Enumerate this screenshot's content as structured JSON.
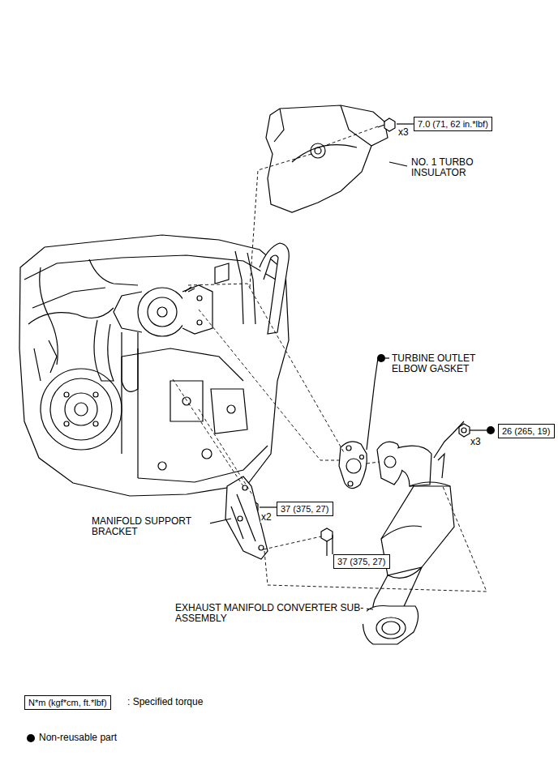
{
  "diagram": {
    "nodes": [
      {
        "text": [
          "7.0 (71, 62 in.*lbf)"
        ]
      },
      {
        "text": [
          "26 (265, 19)"
        ]
      },
      {
        "text": [
          "37 (375, 27)"
        ]
      },
      {
        "text": [
          "37 (375, 27)"
        ]
      },
      {
        "text": [
          "N*m (kgf*cm, ft.*lbf)"
        ]
      }
    ],
    "labels": [
      "x3",
      "NO. 1 TURBO INSULATOR",
      "TURBINE OUTLET ELBOW GASKET",
      "x3",
      "x2",
      "MANIFOLD SUPPORT BRACKET",
      "EXHAUST MANIFOLD CONVERTER SUB-ASSEMBLY"
    ],
    "legend": [
      {
        "text": ": Specified torque"
      },
      {
        "text": "Non-reusable part"
      }
    ]
  }
}
